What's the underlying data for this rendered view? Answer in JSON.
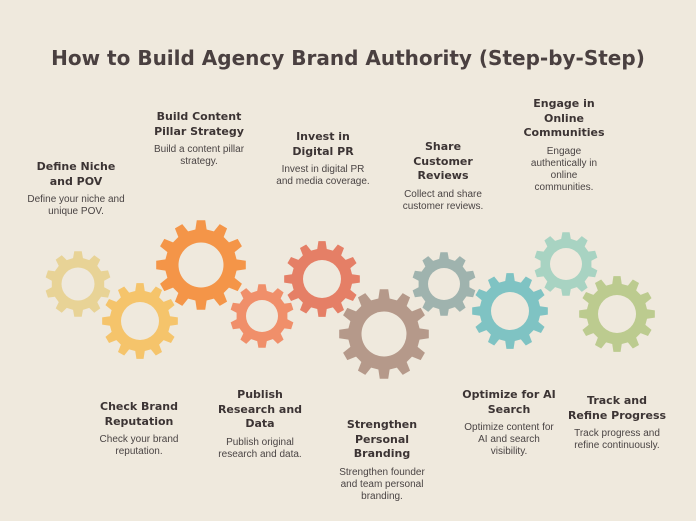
{
  "title": "How to Build Agency Brand Authority (Step-by-Step)",
  "steps": [
    {
      "title": "Define Niche and POV",
      "desc": "Define your niche and unique POV.",
      "color": "#e8d396"
    },
    {
      "title": "Check Brand Reputation",
      "desc": "Check your brand reputation.",
      "color": "#f5c46b"
    },
    {
      "title": "Build Content Pillar Strategy",
      "desc": "Build a content pillar strategy.",
      "color": "#f49548"
    },
    {
      "title": "Publish Research and Data",
      "desc": "Publish original research and data.",
      "color": "#f08f6a"
    },
    {
      "title": "Invest in Digital PR",
      "desc": "Invest in digital PR and media coverage.",
      "color": "#e57f66"
    },
    {
      "title": "Strengthen Personal Branding",
      "desc": "Strengthen founder and team personal branding.",
      "color": "#b5998a"
    },
    {
      "title": "Share Customer Reviews",
      "desc": "Collect and share customer reviews.",
      "color": "#9fb3ae"
    },
    {
      "title": "Optimize for AI Search",
      "desc": "Optimize content for AI and search visibility.",
      "color": "#7fc3c3"
    },
    {
      "title": "Engage in Online Communities",
      "desc": "Engage authentically in online communities.",
      "color": "#a8d3c2"
    },
    {
      "title": "Track and Refine Progress",
      "desc": "Track progress and refine continuously.",
      "color": "#bccb8f"
    }
  ]
}
